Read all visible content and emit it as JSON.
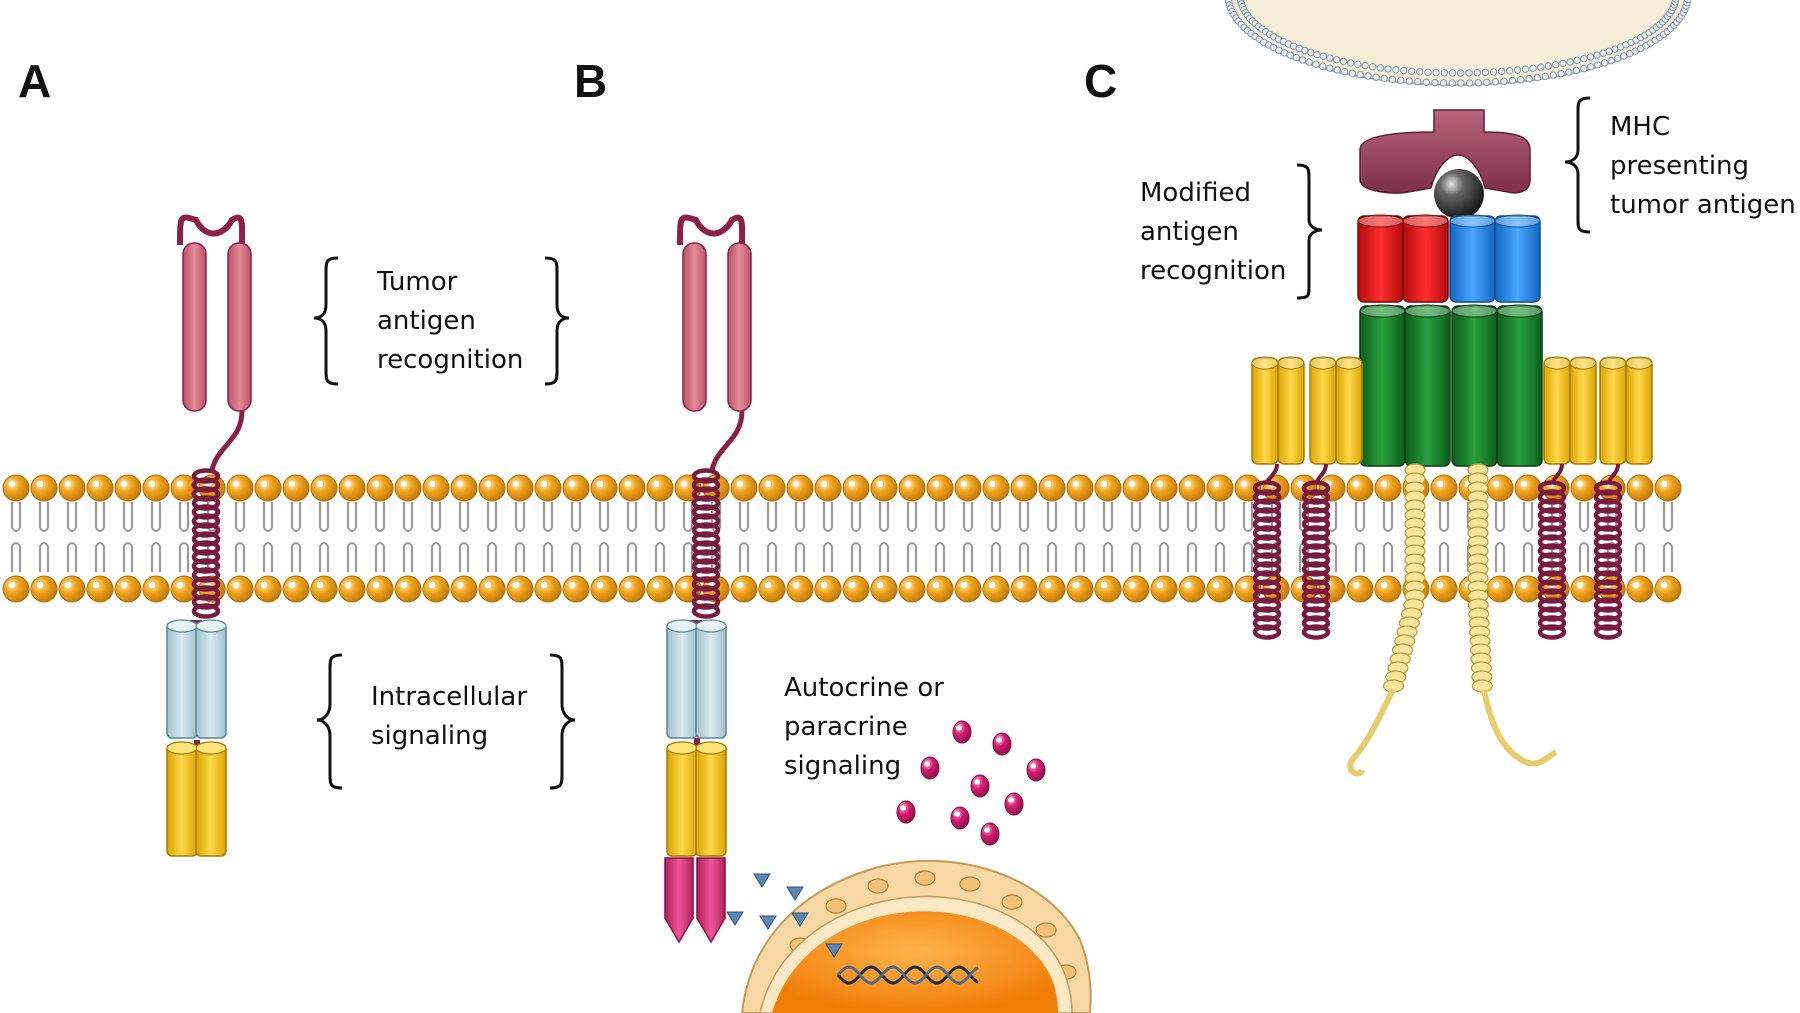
{
  "panels": {
    "a": {
      "letter": "A"
    },
    "b": {
      "letter": "B"
    },
    "c": {
      "letter": "C"
    }
  },
  "labels": {
    "tumor_antigen": [
      "Tumor",
      "antigen",
      "recognition"
    ],
    "intracellular": [
      "Intracellular",
      "signaling"
    ],
    "autocrine": [
      "Autocrine or",
      "paracrine",
      "signaling"
    ],
    "modified": [
      "Modified",
      "antigen",
      "recognition"
    ],
    "mhc": [
      "MHC",
      "presenting",
      "tumor antigen"
    ]
  },
  "colors": {
    "membrane_head": "#f0a21b",
    "antigen_binding_domain": "#d46d7f",
    "hinge_and_transmembrane": "#8c1f45",
    "costimulatory_domain": "#c4dde4",
    "signaling_domain": "#f7c418",
    "cytokine_domain": "#e0347a",
    "tcr_alpha": "#e01616",
    "tcr_beta": "#1b84e6",
    "cd3": "#157a27",
    "mhc": "#9c4562",
    "cytokine_particle": "#d91f74",
    "nucleus": "#f98a11",
    "cell_membrane": "#f7d8a4",
    "target_cell": "#f5edd8"
  }
}
